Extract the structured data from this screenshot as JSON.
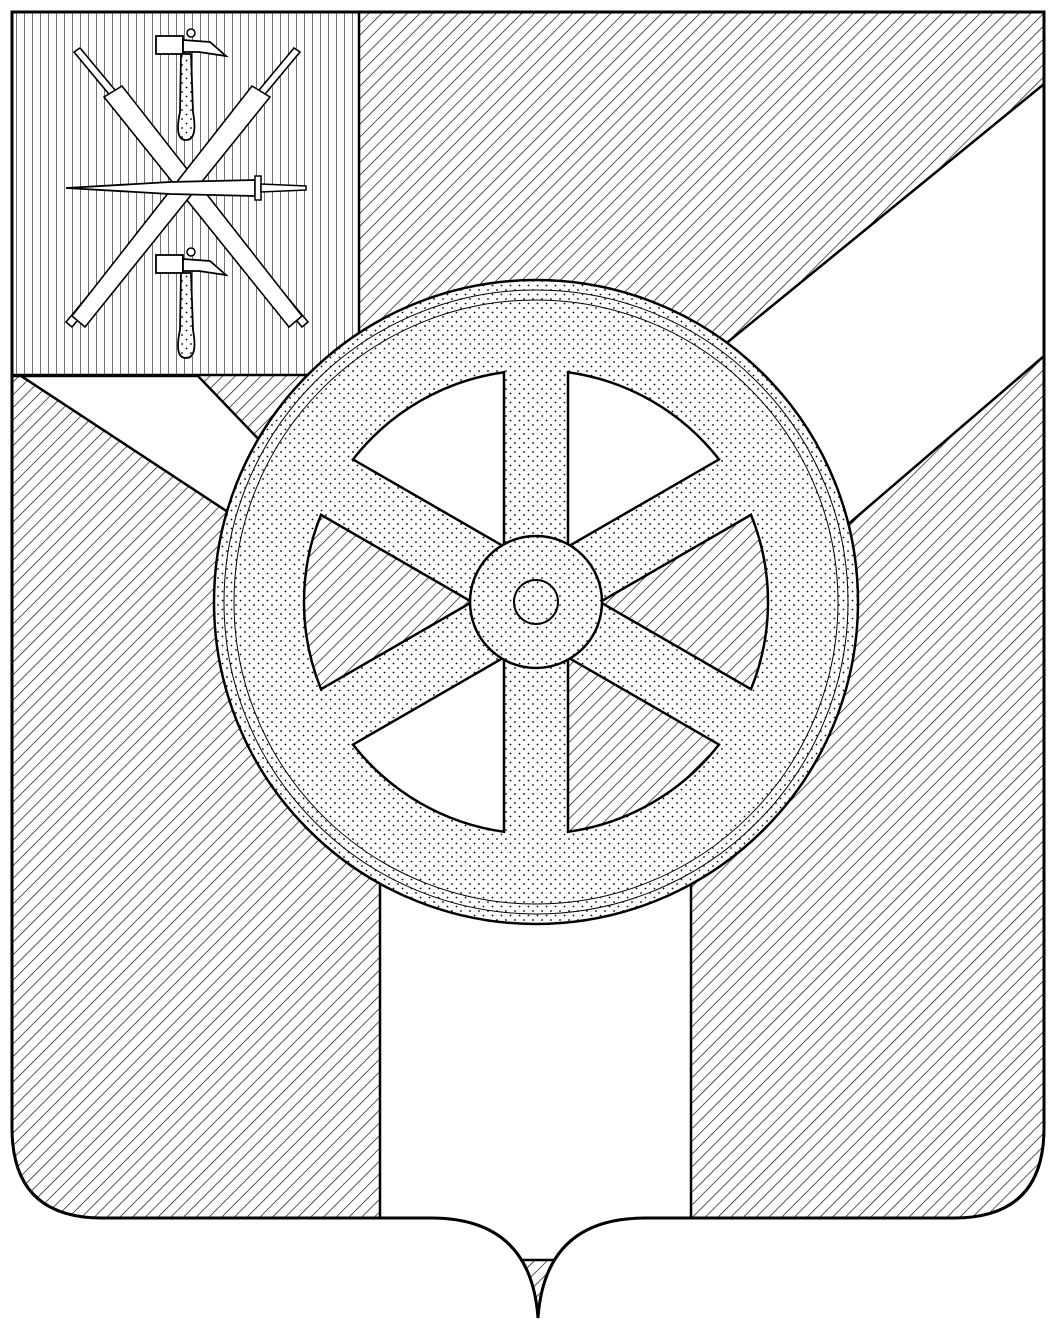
{
  "emblem": {
    "type": "heraldic-shield",
    "tincture_convention": "hatching",
    "colors": {
      "line": "#000000",
      "field": "#ffffff"
    },
    "charges": [
      "canton-with-tula-arms",
      "hammer-icon",
      "sword-icon",
      "crossed-gun-barrels",
      "y-shaped-pall",
      "wheel-icon"
    ],
    "canton": {
      "hatching": "vertical",
      "hammers": 2,
      "sword": 1,
      "gun_barrels": 2
    },
    "field": {
      "hatching": "diagonal"
    },
    "wheel": {
      "spokes": 6,
      "fill": "stippled"
    }
  }
}
